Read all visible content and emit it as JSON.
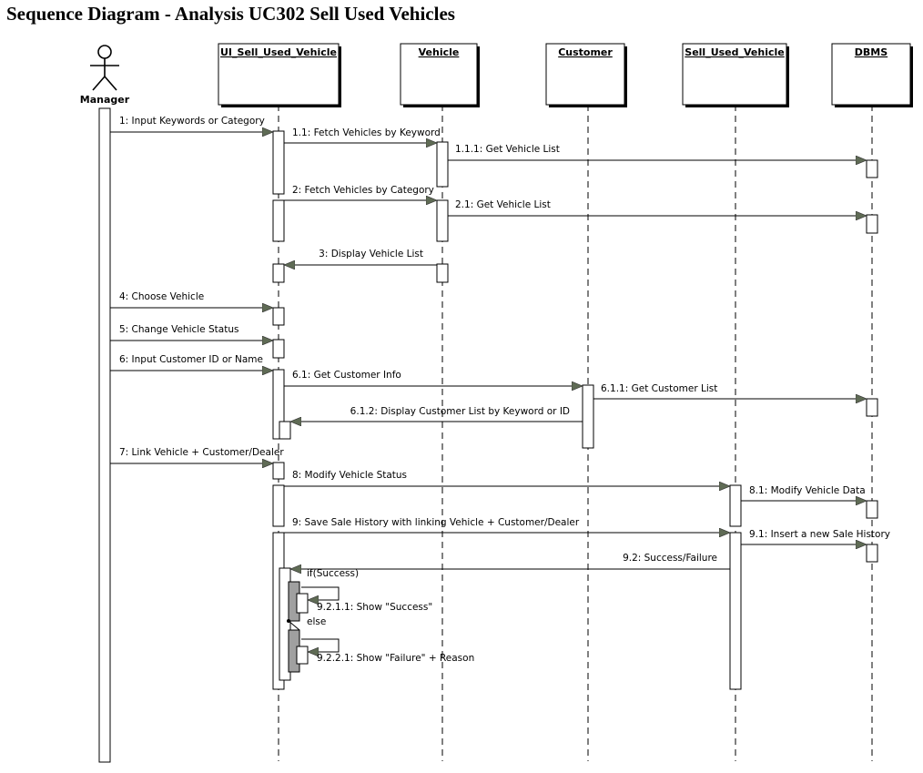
{
  "title": "Sequence Diagram - Analysis UC302 Sell Used Vehicles",
  "actor": {
    "name": "Manager",
    "icon": "stick-figure-icon"
  },
  "participants": [
    {
      "id": "ui",
      "name": "UI_Sell_Used_Vehicle"
    },
    {
      "id": "vehicle",
      "name": "Vehicle"
    },
    {
      "id": "customer",
      "name": "Customer"
    },
    {
      "id": "suv",
      "name": "Sell_Used_Vehicle"
    },
    {
      "id": "dbms",
      "name": "DBMS"
    }
  ],
  "messages": [
    {
      "label": "1: Input Keywords or Category",
      "from": "Manager",
      "to": "UI_Sell_Used_Vehicle",
      "kind": "call"
    },
    {
      "label": "1.1: Fetch Vehicles by Keyword",
      "from": "UI_Sell_Used_Vehicle",
      "to": "Vehicle",
      "kind": "call"
    },
    {
      "label": "1.1.1: Get Vehicle List",
      "from": "Vehicle",
      "to": "DBMS",
      "kind": "call"
    },
    {
      "label": "2: Fetch Vehicles by Category",
      "from": "UI_Sell_Used_Vehicle",
      "to": "Vehicle",
      "kind": "call"
    },
    {
      "label": "2.1: Get Vehicle List",
      "from": "Vehicle",
      "to": "DBMS",
      "kind": "call"
    },
    {
      "label": "3: Display Vehicle List",
      "from": "Vehicle",
      "to": "UI_Sell_Used_Vehicle",
      "kind": "call"
    },
    {
      "label": "4: Choose Vehicle",
      "from": "Manager",
      "to": "UI_Sell_Used_Vehicle",
      "kind": "call"
    },
    {
      "label": "5: Change Vehicle Status",
      "from": "Manager",
      "to": "UI_Sell_Used_Vehicle",
      "kind": "call"
    },
    {
      "label": "6: Input Customer ID or Name",
      "from": "Manager",
      "to": "UI_Sell_Used_Vehicle",
      "kind": "call"
    },
    {
      "label": "6.1: Get Customer Info",
      "from": "UI_Sell_Used_Vehicle",
      "to": "Customer",
      "kind": "call"
    },
    {
      "label": "6.1.1: Get Customer List",
      "from": "Customer",
      "to": "DBMS",
      "kind": "call"
    },
    {
      "label": "6.1.2: Display Customer List by Keyword or ID",
      "from": "Customer",
      "to": "UI_Sell_Used_Vehicle",
      "kind": "call"
    },
    {
      "label": "7: Link Vehicle + Customer/Dealer",
      "from": "Manager",
      "to": "UI_Sell_Used_Vehicle",
      "kind": "call"
    },
    {
      "label": "8: Modify Vehicle Status",
      "from": "UI_Sell_Used_Vehicle",
      "to": "Sell_Used_Vehicle",
      "kind": "call"
    },
    {
      "label": "8.1: Modify Vehicle Data",
      "from": "Sell_Used_Vehicle",
      "to": "DBMS",
      "kind": "call"
    },
    {
      "label": "9: Save Sale History with linking Vehicle + Customer/Dealer",
      "from": "UI_Sell_Used_Vehicle",
      "to": "Sell_Used_Vehicle",
      "kind": "call"
    },
    {
      "label": "9.1: Insert a new Sale History",
      "from": "Sell_Used_Vehicle",
      "to": "DBMS",
      "kind": "call"
    },
    {
      "label": "9.2: Success/Failure",
      "from": "Sell_Used_Vehicle",
      "to": "UI_Sell_Used_Vehicle",
      "kind": "call"
    },
    {
      "label": "9.2.1.1: Show \"Success\"",
      "from": "UI_Sell_Used_Vehicle",
      "to": "UI_Sell_Used_Vehicle",
      "kind": "self"
    },
    {
      "label": "9.2.2.1: Show \"Failure\" + Reason",
      "from": "UI_Sell_Used_Vehicle",
      "to": "UI_Sell_Used_Vehicle",
      "kind": "self"
    }
  ],
  "conditions": [
    {
      "label": "if(Success)"
    },
    {
      "label": "else"
    }
  ],
  "colors": {
    "line": "#000000",
    "arrowhead": "#5f6b55",
    "alt_activation": "#a0a0a0",
    "background": "#ffffff"
  }
}
